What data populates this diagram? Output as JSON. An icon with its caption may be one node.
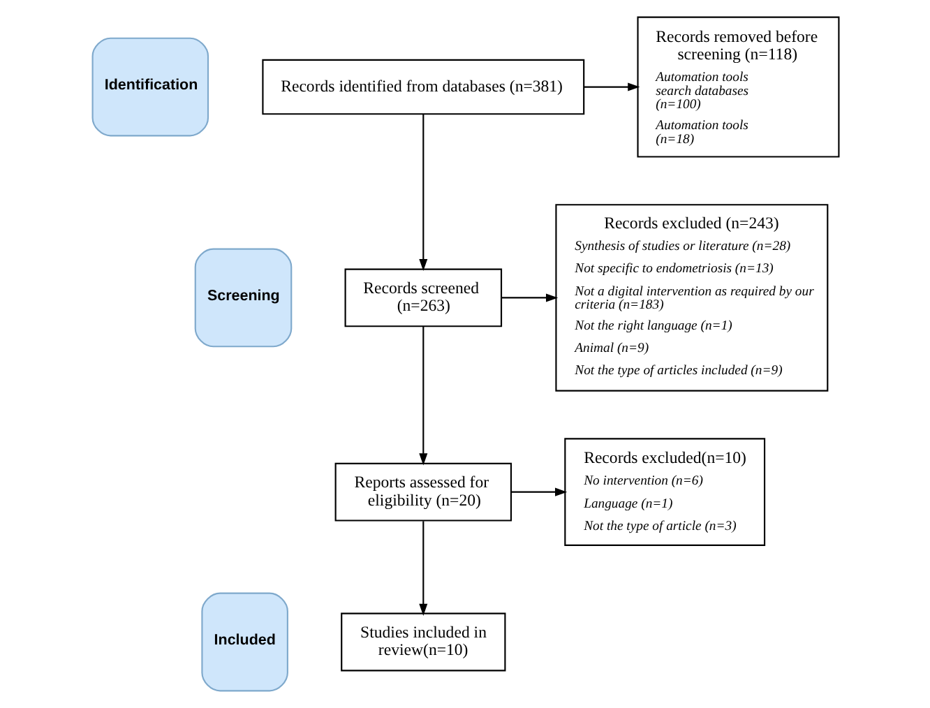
{
  "diagram": {
    "nodes": [
      {
        "text": [
          "Identification"
        ]
      },
      {
        "text": [
          "Records identified from databases (n=381)"
        ]
      },
      {
        "text": [
          "Records removed before screening (n=118)",
          "Automation tools search databases (n=100)",
          "Automation tools (n=18)"
        ]
      },
      {
        "text": [
          "Screening"
        ]
      },
      {
        "text": [
          "Records screened (n=263)"
        ]
      },
      {
        "text": [
          "Records excluded (n=243)",
          "Synthesis of studies or literature (n=28)",
          "Not specific to endometriosis (n=13)",
          "Not a digital intervention as required by our criteria (n=183)",
          "Not the right language (n=1)",
          "Animal (n=9)",
          "Not the type of articles included (n=9)"
        ]
      },
      {
        "text": [
          "Reports assessed for eligibility (n=20)"
        ]
      },
      {
        "text": [
          "Records excluded(n=10)",
          "No intervention (n=6)",
          "Language (n=1)",
          "Not the type of article (n=3)"
        ]
      },
      {
        "text": [
          "Included"
        ]
      },
      {
        "text": [
          "Studies included in review(n=10)"
        ]
      }
    ],
    "edges": [
      {
        "from": 1,
        "to": 2,
        "arrow": "to"
      },
      {
        "from": 1,
        "to": 4,
        "arrow": "to"
      },
      {
        "from": 4,
        "to": 5,
        "arrow": "to"
      },
      {
        "from": 4,
        "to": 6,
        "arrow": "to"
      },
      {
        "from": 6,
        "to": 7,
        "arrow": "to"
      },
      {
        "from": 6,
        "to": 9,
        "arrow": "to"
      }
    ]
  }
}
